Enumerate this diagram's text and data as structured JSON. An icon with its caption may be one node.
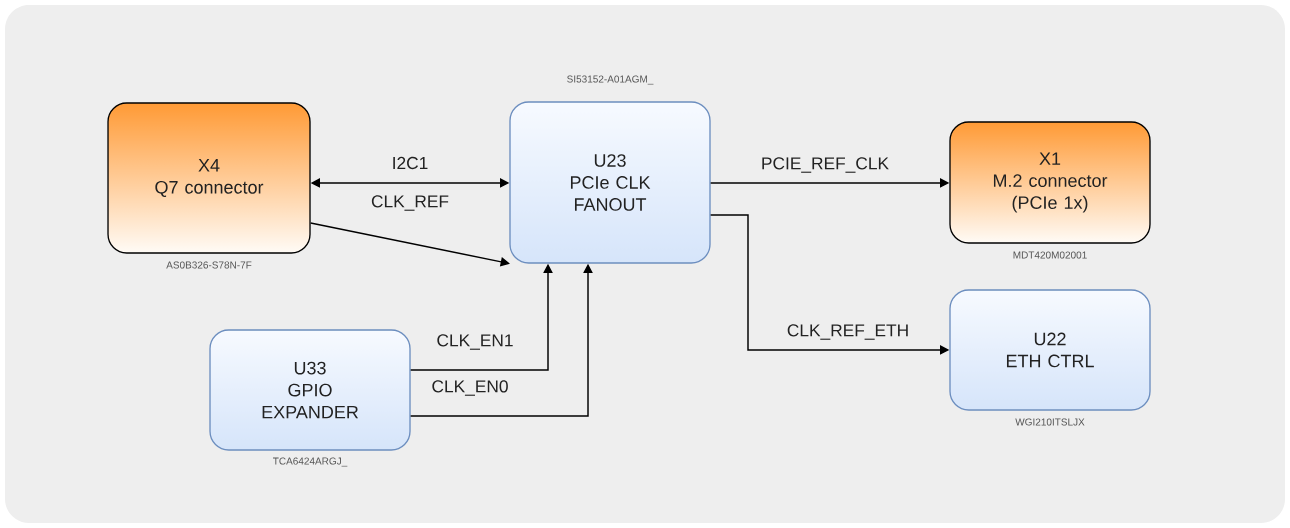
{
  "diagram": {
    "nodes": [
      {
        "text": [
          "X4",
          "Q7 connector"
        ],
        "beside": [
          "AS0B326-S78N-7F"
        ]
      },
      {
        "text": [
          "U23",
          "PCIe CLK FANOUT"
        ],
        "beside": [
          "SI53152-A01AGM_"
        ]
      },
      {
        "text": [
          "X1",
          "M.2 connector (PCIe 1x)"
        ],
        "beside": [
          "MDT420M02001"
        ]
      },
      {
        "text": [
          "U33",
          "GPIO EXPANDER"
        ],
        "beside": [
          "TCA6424ARGJ_"
        ]
      },
      {
        "text": [
          "U22",
          "ETH CTRL"
        ],
        "beside": [
          "WGI210ITSLJX"
        ]
      }
    ],
    "edges": [
      {
        "from": 0,
        "to": 1,
        "arrow": "both",
        "label": "I2C1"
      },
      {
        "from": 0,
        "to": 1,
        "arrow": "to",
        "label": "CLK_REF"
      },
      {
        "from": 3,
        "to": 1,
        "arrow": "to",
        "label": "CLK_EN1"
      },
      {
        "from": 3,
        "to": 1,
        "arrow": "to",
        "label": "CLK_EN0"
      },
      {
        "from": 1,
        "to": 2,
        "arrow": "to",
        "label": "PCIE_REF_CLK"
      },
      {
        "from": 1,
        "to": 4,
        "arrow": "to",
        "label": "CLK_REF_ETH"
      }
    ]
  }
}
